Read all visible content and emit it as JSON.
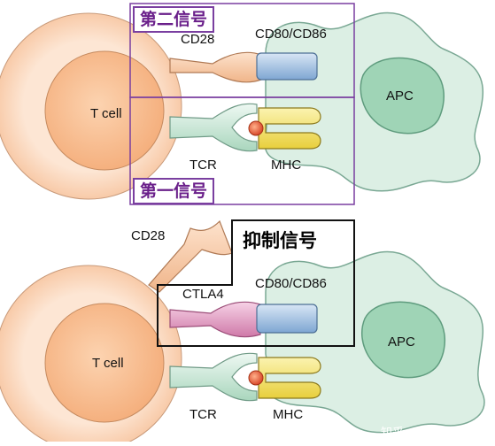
{
  "panel_top": {
    "signal2_label": "第二信号",
    "signal1_label": "第一信号",
    "cd28": "CD28",
    "cd80": "CD80/CD86",
    "tcell": "T cell",
    "apc": "APC",
    "tcr": "TCR",
    "mhc": "MHC"
  },
  "panel_bottom": {
    "inhibit_label": "抑制信号",
    "cd28": "CD28",
    "ctla4": "CTLA4",
    "cd80": "CD80/CD86",
    "tcell": "T cell",
    "apc": "APC",
    "tcr": "TCR",
    "mhc": "MHC"
  },
  "watermark": "知乎 @肖恩说药",
  "colors": {
    "tcell_outer": "#fde3cf",
    "tcell_inner": "#f9c49b",
    "apc_body": "#dcefe4",
    "apc_nucleus": "#9fd4b6",
    "cd28_receptor": "#fbd2b0",
    "cd80_ligand": "#a9c7e6",
    "mhc": "#f3e36c",
    "tcr": "#cfe8dc",
    "ctla4": "#e6a6c9",
    "peptide": "#e8603c",
    "highlight_box": "#7a3fa0"
  }
}
